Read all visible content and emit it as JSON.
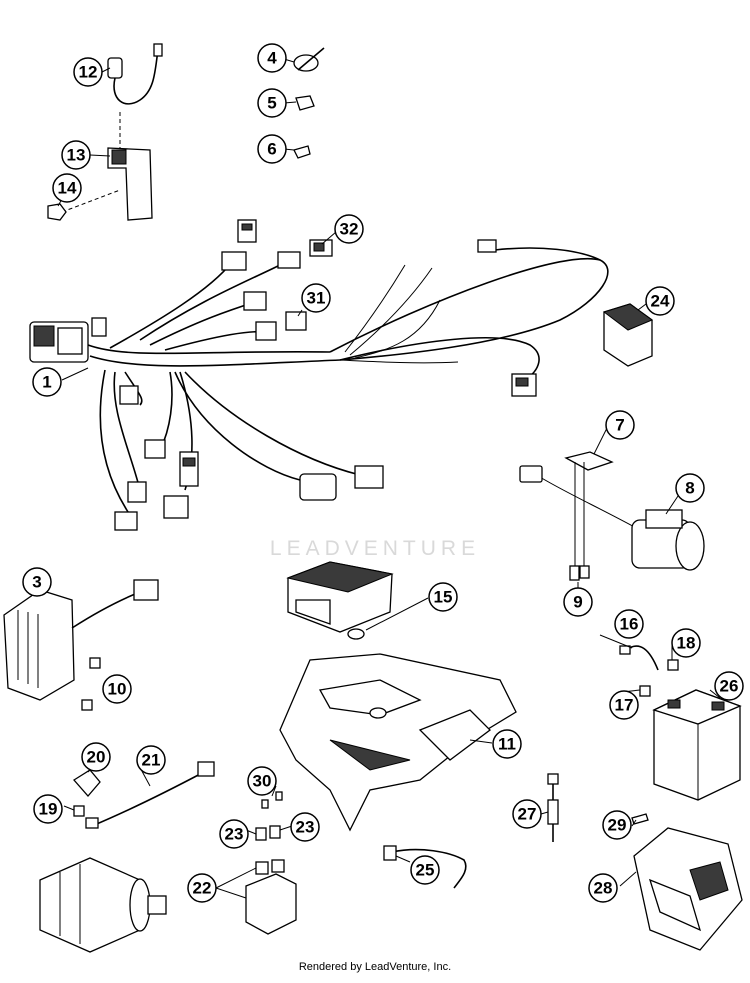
{
  "callouts": [
    "1",
    "3",
    "4",
    "5",
    "6",
    "7",
    "8",
    "9",
    "10",
    "11",
    "12",
    "13",
    "14",
    "15",
    "16",
    "17",
    "18",
    "19",
    "20",
    "21",
    "22",
    "23",
    "23",
    "24",
    "25",
    "26",
    "27",
    "28",
    "29",
    "30",
    "31",
    "32"
  ],
  "watermark_text": "LEADVENTURE",
  "credit_text": "Rendered by LeadVenture, Inc."
}
